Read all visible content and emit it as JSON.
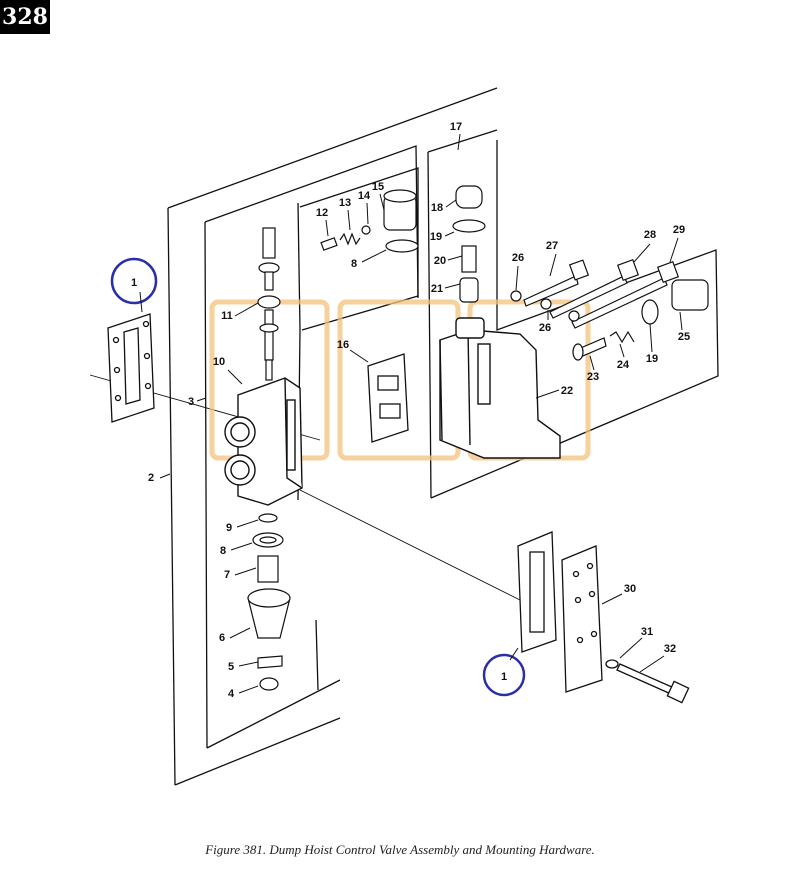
{
  "page_number": "328",
  "caption": "Figure 381.  Dump Hoist Control Valve Assembly and Mounting Hardware.",
  "callouts": [
    "1",
    "2",
    "3",
    "4",
    "5",
    "6",
    "7",
    "8",
    "8",
    "9",
    "10",
    "11",
    "12",
    "13",
    "14",
    "15",
    "16",
    "17",
    "18",
    "19",
    "19",
    "20",
    "21",
    "22",
    "23",
    "24",
    "25",
    "26",
    "26",
    "27",
    "28",
    "29",
    "30",
    "31",
    "32",
    "1"
  ],
  "colors": {
    "callout_circle": "#2a2fa8",
    "highlight_box": "#f4c27a",
    "line": "#111111"
  }
}
